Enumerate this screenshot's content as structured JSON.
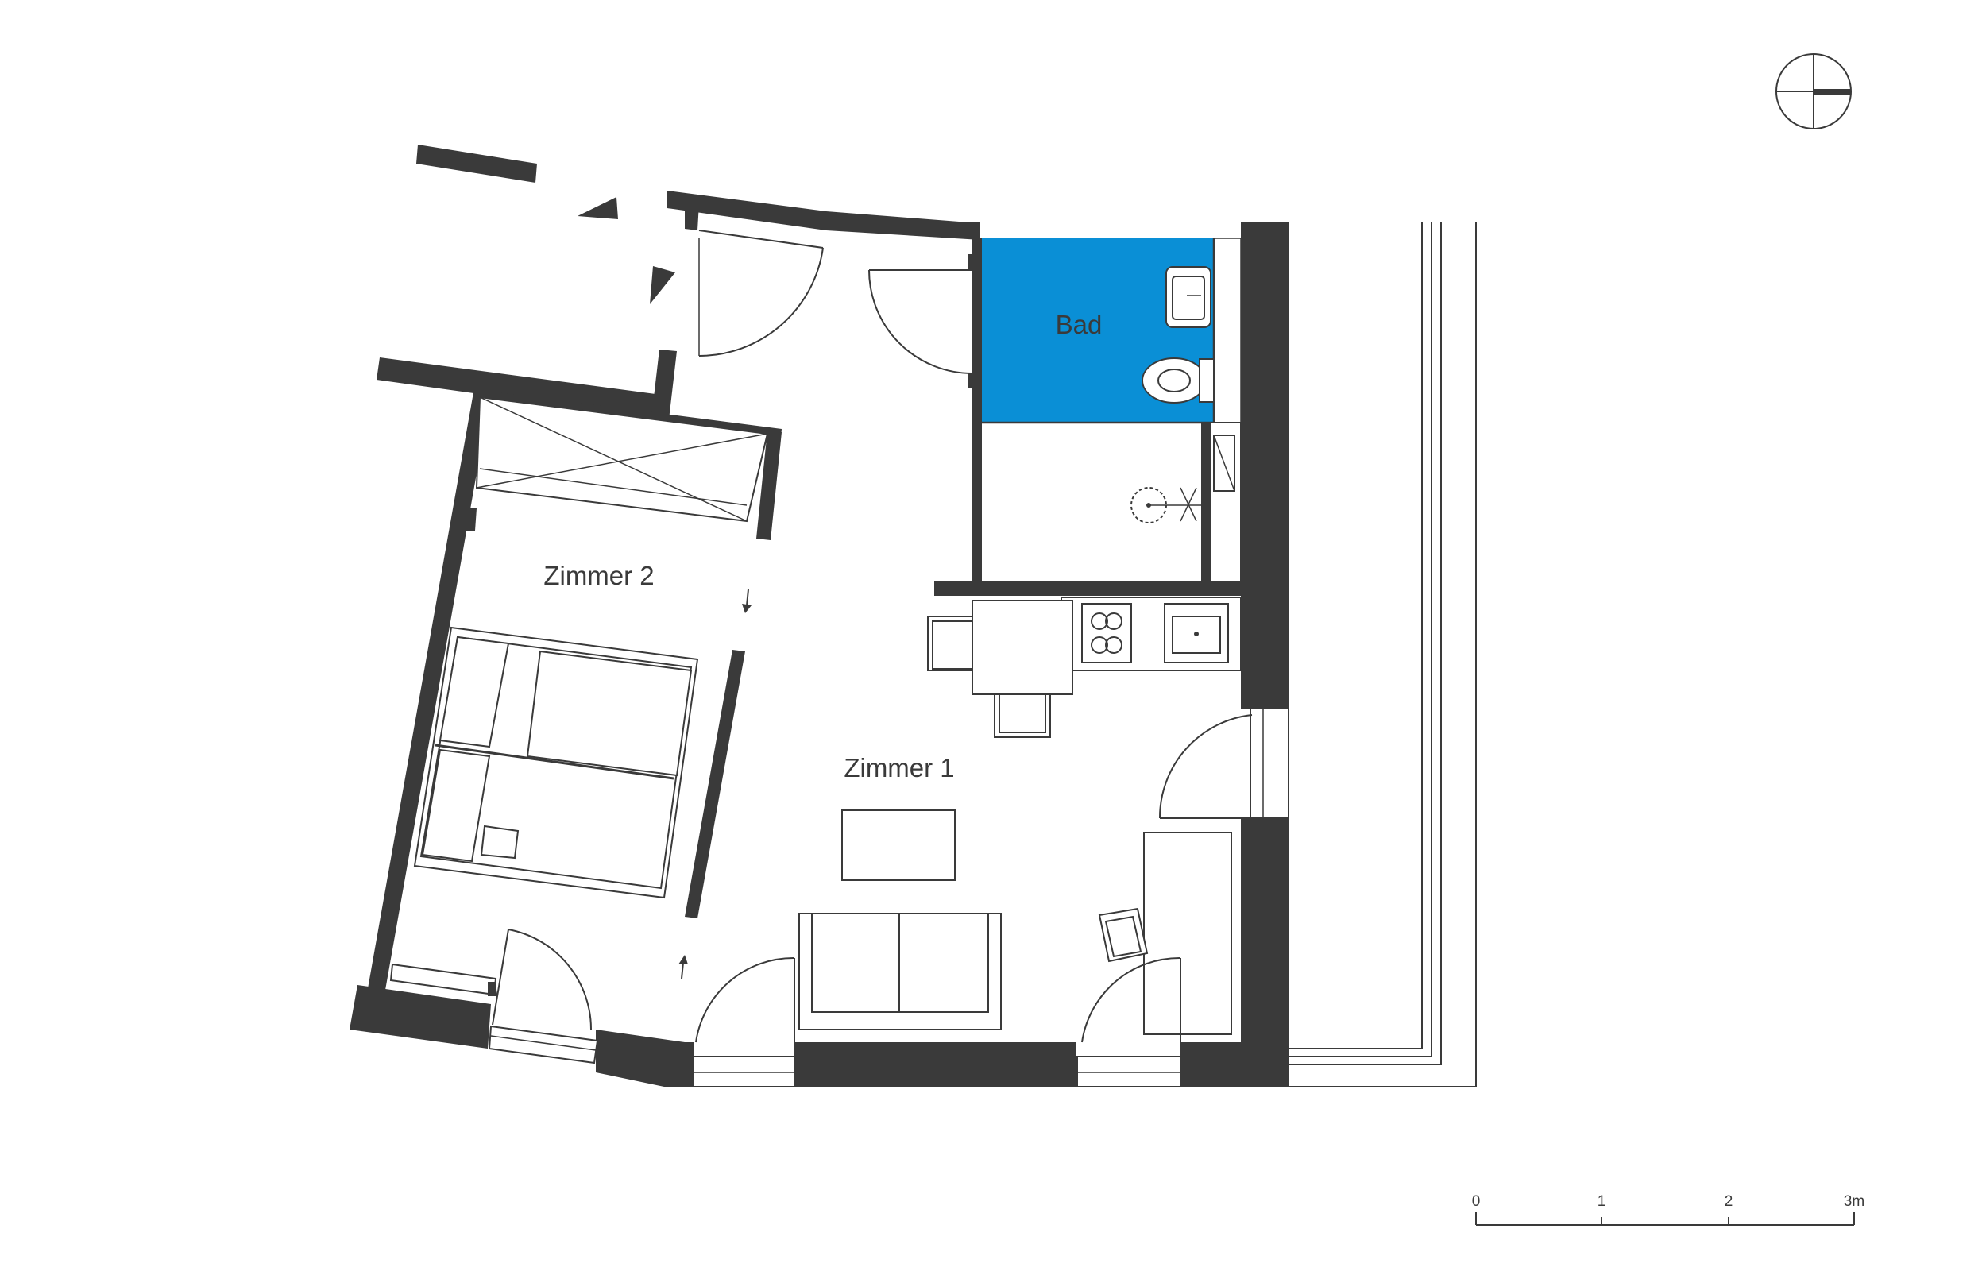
{
  "rooms": {
    "bath": "Bad",
    "room2": "Zimmer 2",
    "room1": "Zimmer 1"
  },
  "scale_bar": {
    "ticks": [
      "0",
      "1",
      "2",
      "3m"
    ]
  },
  "colors": {
    "wall": "#3a3a3a",
    "bath_fill": "#0a8fd6",
    "background": "#ffffff"
  }
}
